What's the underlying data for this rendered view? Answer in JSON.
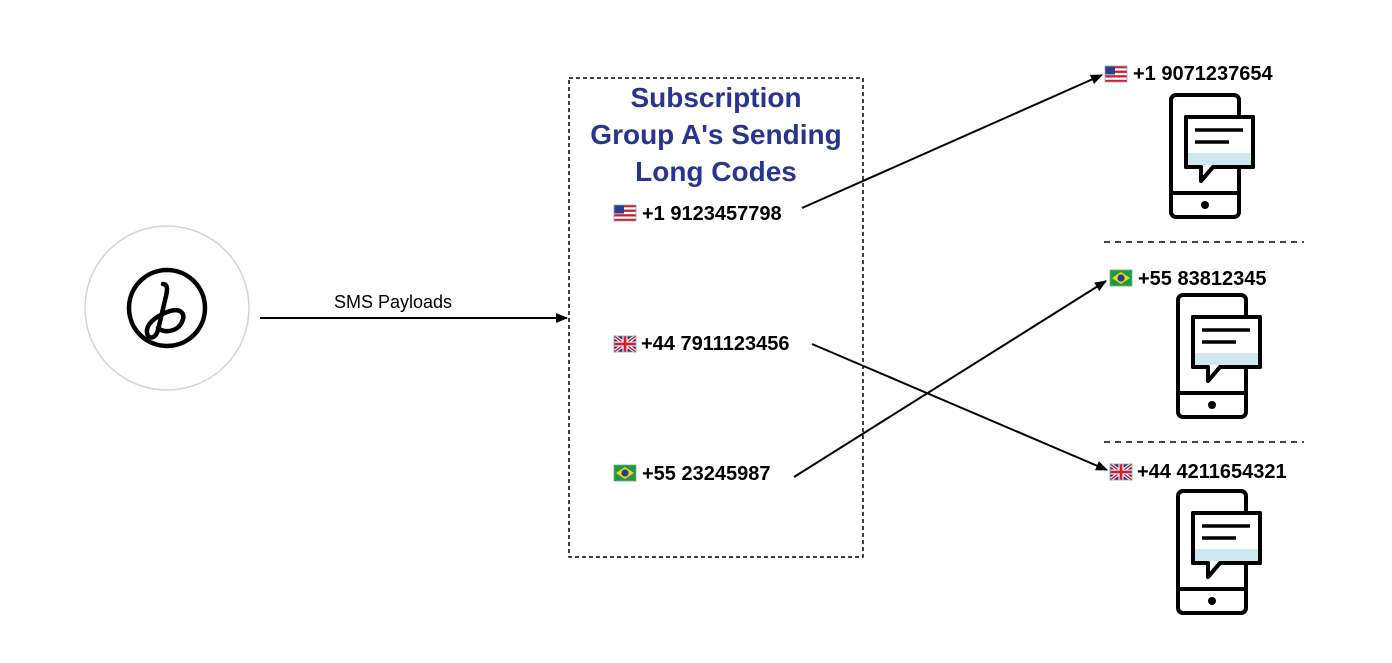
{
  "diagram": {
    "sender": {
      "logo_letter": "b"
    },
    "edge_label": "SMS Payloads",
    "group": {
      "title_lines": [
        "Subscription",
        "Group A's Sending",
        "Long Codes"
      ],
      "title_color": "#27358f"
    },
    "long_codes": [
      {
        "flag": "us-flag-icon",
        "number": "+1 9123457798"
      },
      {
        "flag": "uk-flag-icon",
        "number": "+44 7911123456"
      },
      {
        "flag": "br-flag-icon",
        "number": "+55 23245987"
      }
    ],
    "recipients": [
      {
        "flag": "us-flag-icon",
        "number": "+1 9071237654"
      },
      {
        "flag": "br-flag-icon",
        "number": "+55 83812345"
      },
      {
        "flag": "uk-flag-icon",
        "number": "+44 4211654321"
      }
    ],
    "colors": {
      "bubble_fill": "#cde8ee",
      "stroke": "#000000"
    }
  }
}
